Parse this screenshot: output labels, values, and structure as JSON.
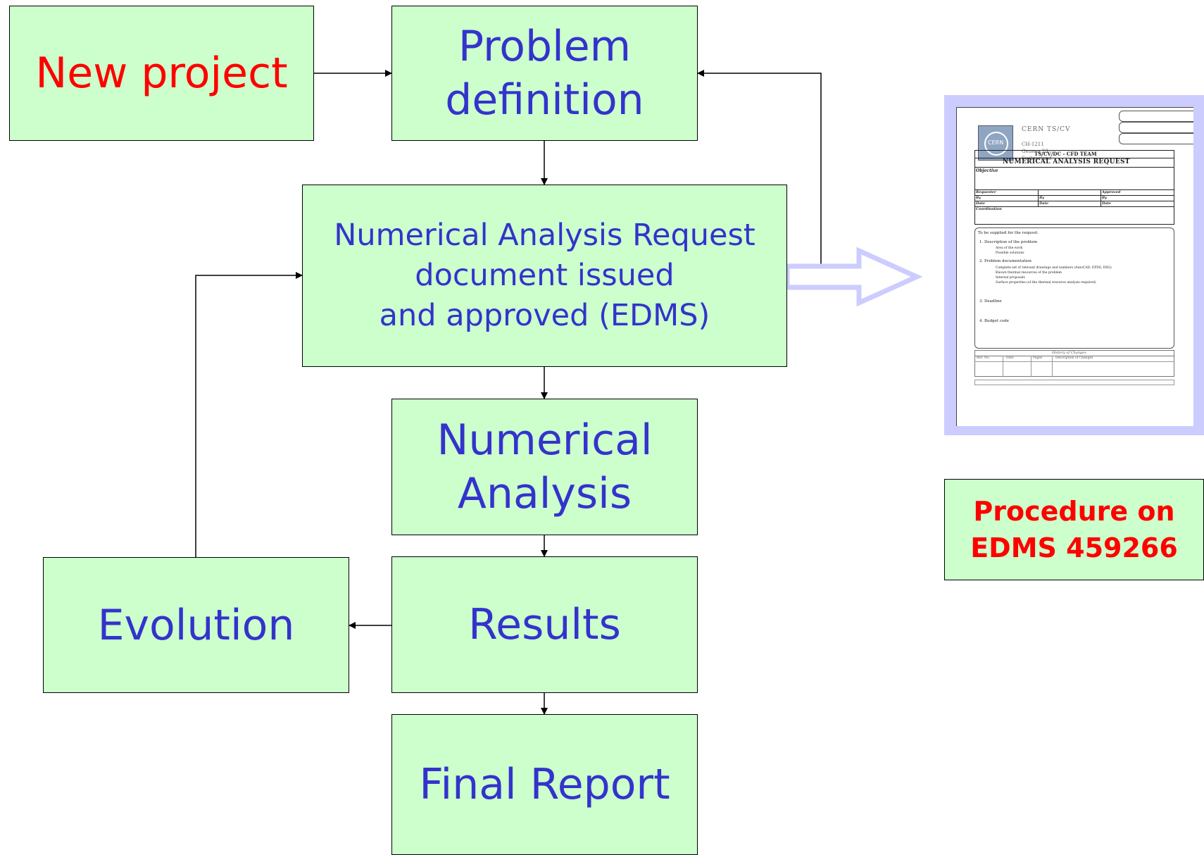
{
  "flow": {
    "new_project": "New project",
    "problem_definition": [
      "Problem",
      "definition"
    ],
    "request_doc": [
      "Numerical Analysis Request",
      "document issued",
      "and approved (EDMS)"
    ],
    "numerical_analysis": [
      "Numerical",
      "Analysis"
    ],
    "results": "Results",
    "evolution": "Evolution",
    "final_report": "Final Report"
  },
  "procedure_note": [
    "Procedure on",
    "EDMS 459266"
  ],
  "document": {
    "org": "CERN TS/CV",
    "address": [
      "CH-1211",
      "Geneva 23",
      "Switzerland"
    ],
    "team": "TS/CV/DC - CFD TEAM",
    "title": "NUMERICAL ANALYSIS REQUEST",
    "objective_label": "Objective",
    "requester_label": "Requester",
    "approved_label": "Approved",
    "by_label": "By",
    "date_label": "Date",
    "coordination_label": "Coordination",
    "intro": "To be supplied for the request:",
    "sections": [
      "1.  Description of the problem",
      "2.  Problem documentation",
      "3.  Deadline",
      "4.  Budget code"
    ],
    "bullets_1": [
      "Area of the work",
      "Possible solutions"
    ],
    "bullets_2": [
      "Complete set of relevant drawings and numbers (AutoCAD, EPDS, DXG)",
      "Known thermal resources of the problem",
      "Internal proposals",
      "Surface properties (of the thermal resource analysis required)"
    ],
    "history_label": "History of Changes",
    "history_cols": [
      "Rev. No.",
      "Date",
      "Pages",
      "Description of Changes"
    ],
    "seal": "CERN"
  },
  "colors": {
    "box_fill": "#ccffcc",
    "box_text": "#3333cc",
    "highlight_text": "#ff0000",
    "frame": "#ccccff"
  }
}
